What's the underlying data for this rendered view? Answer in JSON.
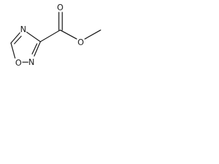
{
  "molecule": {
    "atoms": [
      {
        "id": "o-carbonyl",
        "symbol": "O"
      },
      {
        "id": "o-ester",
        "symbol": "O"
      },
      {
        "id": "n-ring-top",
        "symbol": "N"
      },
      {
        "id": "n-ring-bottom",
        "symbol": "N"
      },
      {
        "id": "o-ring",
        "symbol": "O"
      }
    ]
  },
  "colors": {
    "ink": "#1a1a1a",
    "background": "#ffffff"
  }
}
